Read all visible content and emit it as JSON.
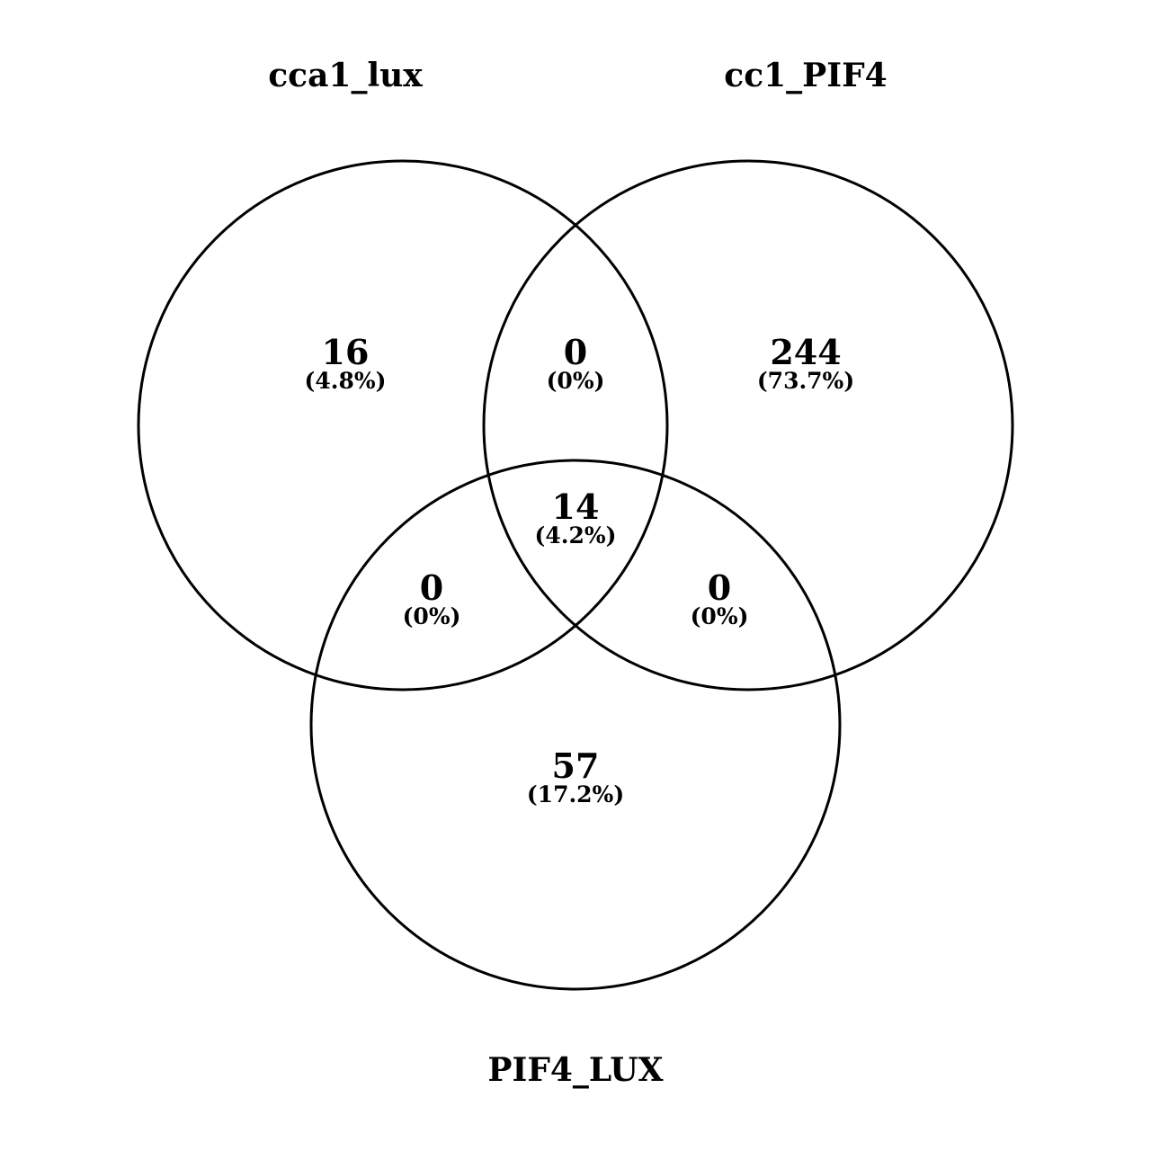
{
  "sets": [
    {
      "id": "A",
      "label": "cca1_lux"
    },
    {
      "id": "B",
      "label": "cc1_PIF4"
    },
    {
      "id": "C",
      "label": "PIF4_LUX"
    }
  ],
  "regions": {
    "a_only": {
      "count": "16",
      "percent": "(4.8%)"
    },
    "ab": {
      "count": "0",
      "percent": "(0%)"
    },
    "b_only": {
      "count": "244",
      "percent": "(73.7%)"
    },
    "abc": {
      "count": "14",
      "percent": "(4.2%)"
    },
    "ac": {
      "count": "0",
      "percent": "(0%)"
    },
    "bc": {
      "count": "0",
      "percent": "(0%)"
    },
    "c_only": {
      "count": "57",
      "percent": "(17.2%)"
    }
  },
  "colors": {
    "stroke": "#000000",
    "background": "#ffffff",
    "text": "#000000"
  }
}
